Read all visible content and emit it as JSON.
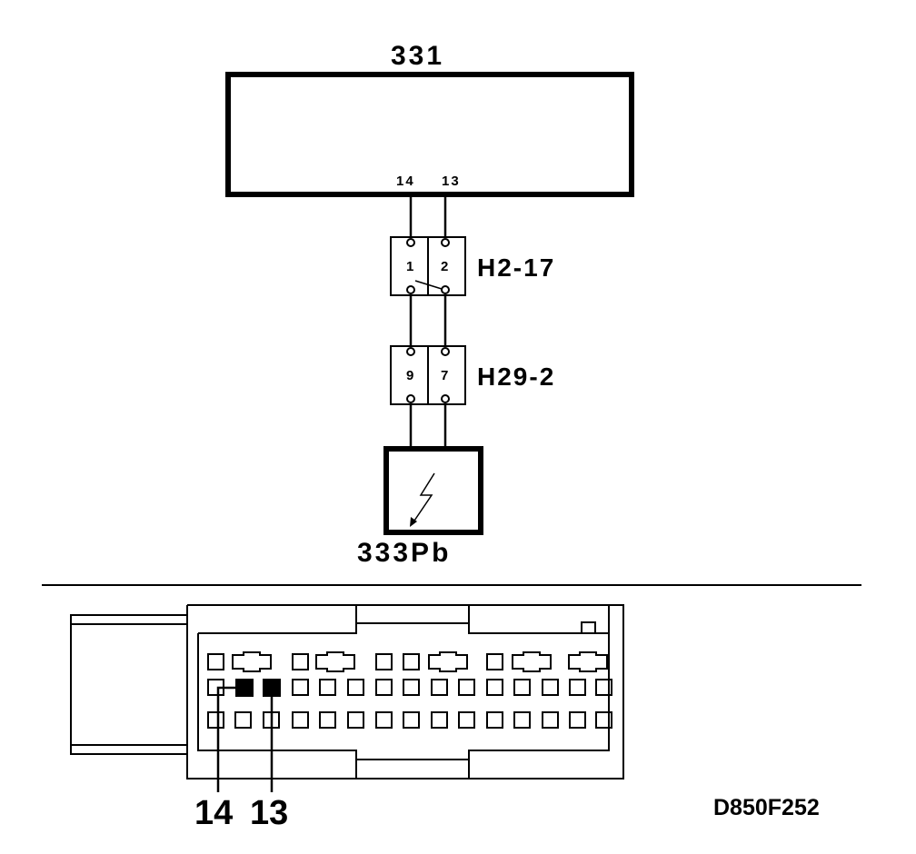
{
  "ecu": {
    "label": "331",
    "pin_a": "14",
    "pin_b": "13"
  },
  "connector_h2": {
    "label": "H2-17",
    "pin_a": "1",
    "pin_b": "2"
  },
  "connector_h29": {
    "label": "H29-2",
    "pin_a": "9",
    "pin_b": "7"
  },
  "sensor": {
    "label": "333Pb",
    "icon": "lightning-arrow-icon"
  },
  "connector_view": {
    "pin_a": "14",
    "pin_b": "13",
    "filled_pins": [
      "14",
      "13"
    ]
  },
  "reference": "D850F252"
}
